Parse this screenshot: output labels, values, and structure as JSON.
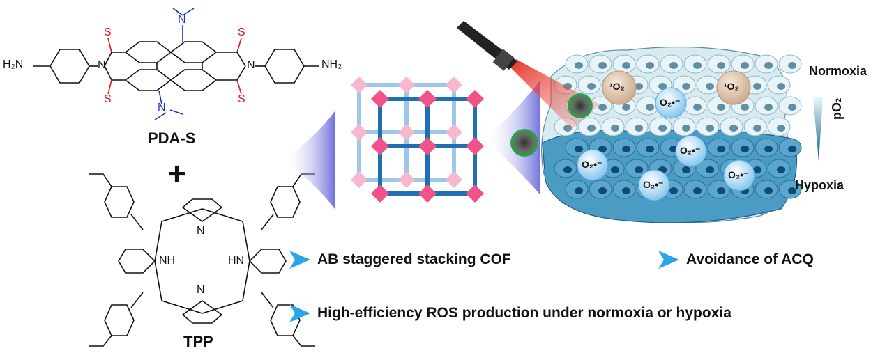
{
  "compounds": {
    "top": "PDA-S",
    "bottom": "TPP",
    "plus": "+"
  },
  "groups": {
    "amine_left": "H₂N",
    "amine_right": "NH₂",
    "nitrogen": "N",
    "sulfur": "S",
    "nh_left": "NH",
    "nh_right": "HN"
  },
  "tumor": {
    "top_label": "Normoxia",
    "bottom_label": "Hypoxia",
    "gradient_label": "pO",
    "gradient_sub": "2",
    "singlet_oxygen": [
      "¹O₂",
      "¹O₂"
    ],
    "superoxide_label": "O₂•⁻"
  },
  "features": [
    "AB staggered stacking COF",
    "Avoidance of ACQ",
    "High-efficiency ROS production under normoxia or hypoxia"
  ],
  "colors": {
    "pink_node": "#f0528a",
    "light_pink_node": "#f8b6cf",
    "blue_link": "#1f6fb2",
    "light_blue_link": "#9cc7e6",
    "red_sulfur": "#e0141c",
    "blue_nitrogen": "#1b2fd0",
    "normoxia_cells": "#d7ebf1",
    "hypoxia_cells": "#4a9cc4",
    "arrow_blue": "#2aa6e6",
    "laser_red": "#e3281c"
  }
}
